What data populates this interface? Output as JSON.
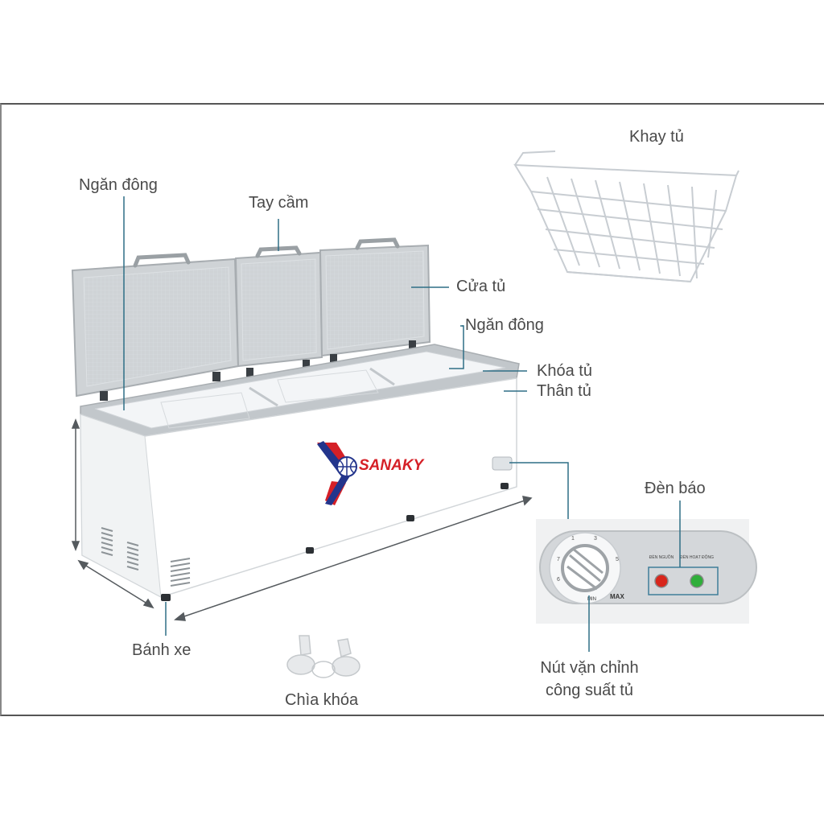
{
  "labels": {
    "khay_tu": "Khay tủ",
    "ngan_dong_left": "Ngăn đông",
    "tay_cam": "Tay cầm",
    "cua_tu": "Cửa tủ",
    "ngan_dong_right": "Ngăn đông",
    "khoa_tu": "Khóa tủ",
    "than_tu": "Thân tủ",
    "den_bao": "Đèn báo",
    "banh_xe": "Bánh xe",
    "chia_khoa": "Chìa khóa",
    "nut_van_line1": "Nút vặn chỉnh",
    "nut_van_line2": "công suất tủ"
  },
  "brand": {
    "name": "SANAKY"
  },
  "panel": {
    "lamp1_label": "ĐÈN NGUỒN",
    "lamp2_label": "ĐÈN HOẠT ĐỘNG",
    "knob_max": "MAX",
    "knob_min": "MIN",
    "lamp1_color": "#d8261c",
    "lamp2_color": "#2fae3a"
  },
  "colors": {
    "callout_line": "#2f6f86",
    "label_text": "#4a4a4a",
    "logo_red": "#d52027",
    "logo_blue": "#23358c"
  }
}
